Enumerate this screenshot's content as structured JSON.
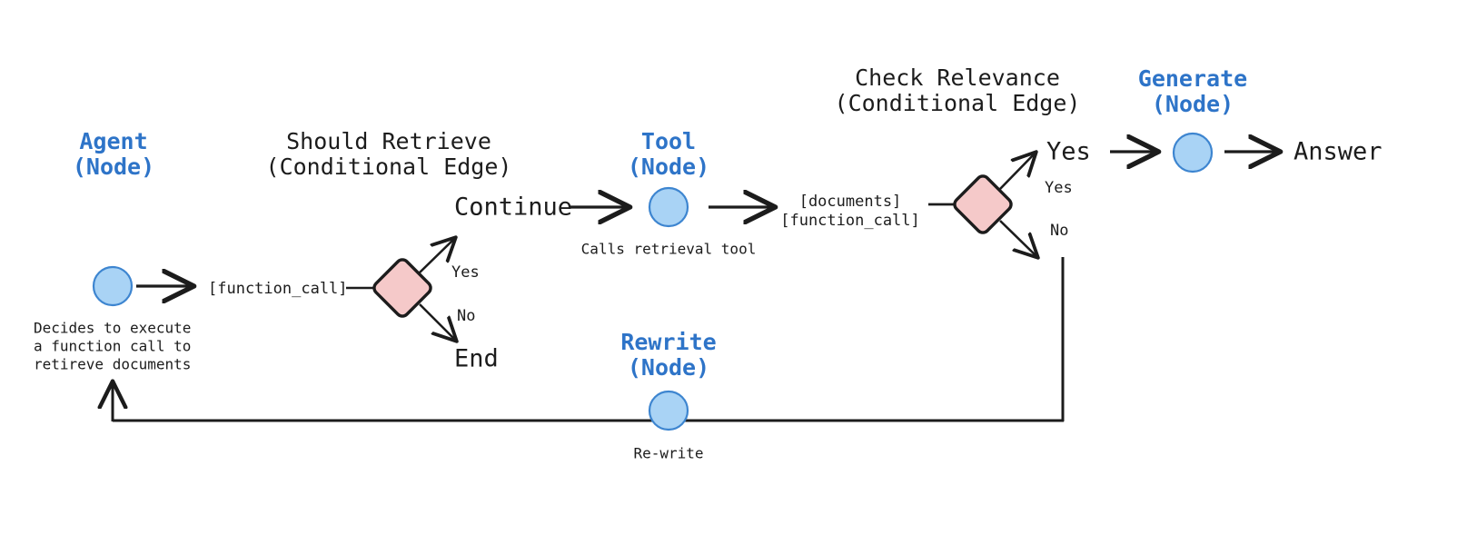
{
  "diagram": {
    "title_colors": {
      "node_blue": "#2e74c8",
      "text_dark": "#1c1c1c",
      "node_fill": "#a9d3f5",
      "node_stroke": "#3d85d0",
      "decision_fill": "#f5c9c9",
      "decision_stroke": "#1c1c1c",
      "background": "#ffffff"
    },
    "headings": {
      "agent": {
        "line1": "Agent",
        "line2": "(Node)"
      },
      "should_retrieve": {
        "line1": "Should Retrieve",
        "line2": "(Conditional Edge)"
      },
      "tool": {
        "line1": "Tool",
        "line2": "(Node)"
      },
      "check_relevance": {
        "line1": "Check Relevance",
        "line2": "(Conditional Edge)"
      },
      "generate": {
        "line1": "Generate",
        "line2": "(Node)"
      },
      "rewrite": {
        "line1": "Rewrite",
        "line2": "(Node)"
      }
    },
    "captions": {
      "agent_caption_line1": "Decides to execute",
      "agent_caption_line2": "a function call to",
      "agent_caption_line3": "retireve documents",
      "tool_caption": "Calls retrieval tool",
      "rewrite_caption": "Re-write"
    },
    "edge_labels": {
      "agent_to_decision": "[function_call]",
      "should_retrieve_yes": "Yes",
      "should_retrieve_no": "No",
      "end": "End",
      "continue": "Continue",
      "tool_to_relevance_line1": "[documents]",
      "tool_to_relevance_line2": "[function_call]",
      "relevance_yes_small": "Yes",
      "relevance_no_small": "No",
      "relevance_yes_big": "Yes",
      "answer": "Answer"
    }
  }
}
